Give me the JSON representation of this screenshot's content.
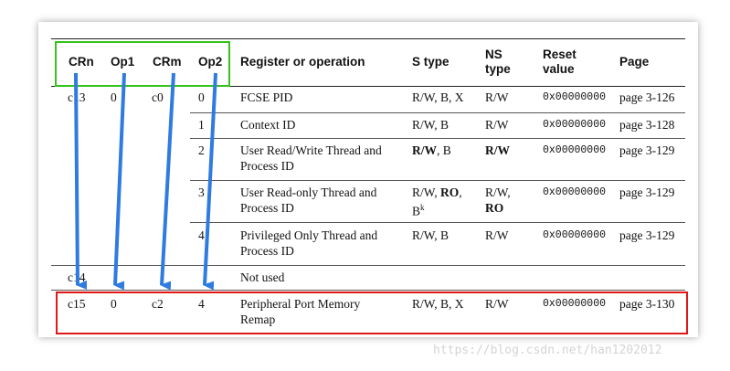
{
  "header": {
    "crn": "CRn",
    "op1": "Op1",
    "crm": "CRm",
    "op2": "Op2",
    "register": "Register or operation",
    "stype": "S type",
    "nstype_1": "NS",
    "nstype_2": "type",
    "reset_1": "Reset",
    "reset_2": "value",
    "page": "Page"
  },
  "rows": [
    {
      "crn": "c13",
      "op1": "0",
      "crm": "c0",
      "op2": "0",
      "reg_1": "FCSE PID",
      "reg_2": "",
      "s_1": "R/W, B, X",
      "s_2": "",
      "ns_1": "R/W",
      "ns_2": "",
      "reset": "0x00000000",
      "page": "page 3-126"
    },
    {
      "crn": "",
      "op1": "",
      "crm": "",
      "op2": "1",
      "reg_1": "Context ID",
      "reg_2": "",
      "s_1": "R/W, B",
      "s_2": "",
      "ns_1": "R/W",
      "ns_2": "",
      "reset": "0x00000000",
      "page": "page 3-128"
    },
    {
      "crn": "",
      "op1": "",
      "crm": "",
      "op2": "2",
      "reg_1": "User Read/Write Thread and",
      "reg_2": "Process ID",
      "s_bold": "R/W",
      "s_rest": ", B",
      "ns_bold": "R/W",
      "reset": "0x00000000",
      "page": "page 3-129"
    },
    {
      "crn": "",
      "op1": "",
      "crm": "",
      "op2": "3",
      "reg_1": "User Read-only Thread and",
      "reg_2": "Process ID",
      "s_pre": "R/W, ",
      "s_bold": "RO",
      "s_post": ",",
      "s_line2": "B",
      "s_sup": "k",
      "ns_pre": "R/W,",
      "ns_bold": "RO",
      "reset": "0x00000000",
      "page": "page 3-129"
    },
    {
      "crn": "",
      "op1": "",
      "crm": "",
      "op2": "4",
      "reg_1": "Privileged Only Thread and",
      "reg_2": "Process ID",
      "s_1": "R/W, B",
      "ns_1": "R/W",
      "reset": "0x00000000",
      "page": "page 3-129"
    },
    {
      "crn": "c14",
      "reg_1": "Not used"
    },
    {
      "crn": "c15",
      "op1": "0",
      "crm": "c2",
      "op2": "4",
      "reg_1": "Peripheral Port Memory",
      "reg_2": "Remap",
      "s_1": "R/W, B, X",
      "ns_1": "R/W",
      "reset": "0x00000000",
      "page": "page 3-130"
    }
  ],
  "watermark": "https://blog.csdn.net/han1202012",
  "colors": {
    "green_box": "#35c21a",
    "red_box": "#e01818",
    "arrow": "#2f7be0"
  }
}
